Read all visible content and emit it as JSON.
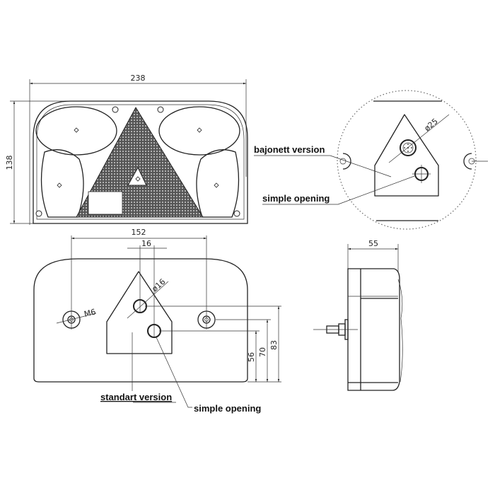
{
  "front_view": {
    "width_dim": "238",
    "height_dim": "138"
  },
  "back_view": {
    "stud_spacing_dim": "152",
    "hole_offset_dim": "16",
    "hole_diameter_dim": "ø16",
    "thread_dim": "M6",
    "height_dims": [
      "56",
      "70",
      "83"
    ],
    "label_standard": "standart version",
    "label_simple": "simple opening"
  },
  "detail_view": {
    "connector_diameter_dim": "ø25",
    "label_bayonet": "bajonett version",
    "label_simple": "simple opening"
  },
  "side_view": {
    "depth_dim": "55"
  }
}
